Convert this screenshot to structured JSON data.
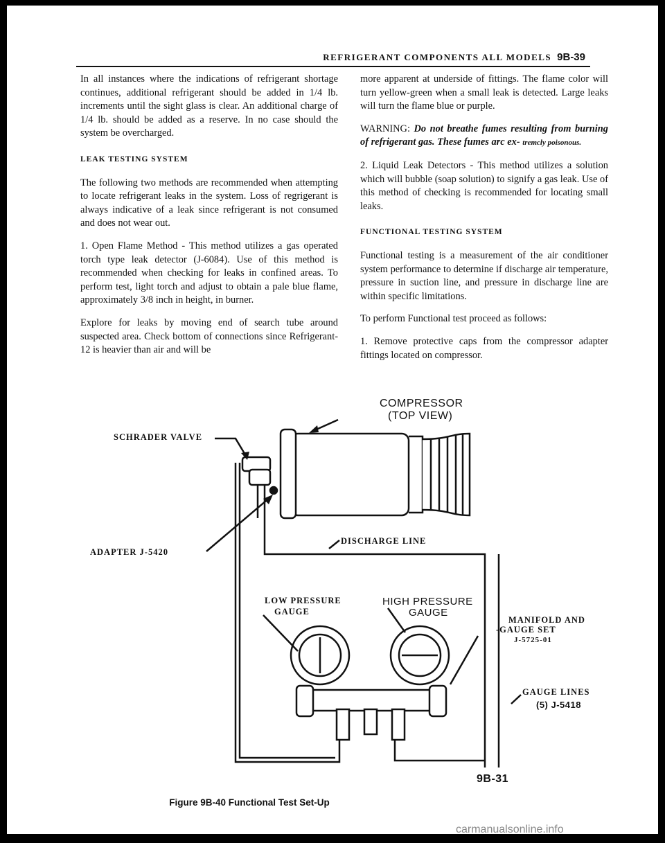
{
  "header": {
    "title": "REFRIGERANT COMPONENTS ALL MODELS",
    "page": "9B-39"
  },
  "left": {
    "p1": "In all instances where the indications of refrigerant shortage continues, additional refrigerant should be added in 1/4 lb. increments until the sight glass is clear. An additional charge of 1/4 lb. should be added as a reserve. In no case should the system be overcharged.",
    "h1": "LEAK TESTING SYSTEM",
    "p2": "The following two methods are recommended when attempting to locate refrigerant leaks in the system. Loss of regrigerant is always indicative of a leak since refrigerant is not consumed and does not wear out.",
    "p3": "1. Open Flame Method - This method utilizes a gas operated torch type leak detector (J-6084). Use of this method is recommended when checking for leaks in confined areas. To perform test, light torch and adjust to obtain a pale blue flame, approximately 3/8 inch in height, in burner.",
    "p4": "Explore for leaks by moving end of search tube around suspected area. Check bottom of connections since Refrigerant-12 is heavier than air and will be"
  },
  "right": {
    "p1": "more apparent at underside of fittings. The flame color will turn yellow-green when a small leak is detected. Large leaks will turn the flame blue or purple.",
    "warn_label": "WARNING:",
    "warn_text": "Do not breathe fumes resulting from burning of refrigerant gas. These fumes arc ex-",
    "warn_tail": "tremcly poisonous.",
    "p2": "2. Liquid Leak Detectors - This method utilizes a solution which will bubble (soap solution) to signify a gas leak. Use of this method of checking is recommended for locating small leaks.",
    "h1": "FUNCTIONAL TESTING SYSTEM",
    "p3": "Functional testing is a measurement of the air conditioner system performance to determine if discharge air temperature, pressure in suction line, and pressure in discharge line are within specific limitations.",
    "p4": "To perform Functional test proceed as follows:",
    "p5": "1. Remove protective caps from the compressor adapter fittings located on compressor."
  },
  "figure": {
    "compressor": "COMPRESSOR",
    "top_view": "(TOP VIEW)",
    "schrader": "SCHRADER VALVE",
    "adapter": "ADAPTER J-5420",
    "discharge": "DISCHARGE LINE",
    "low_pressure_1": "LOW PRESSURE",
    "low_pressure_2": "GAUGE",
    "high_pressure_1": "HIGH PRESSURE",
    "high_pressure_2": "GAUGE",
    "manifold_1": "MANIFOLD AND",
    "manifold_2": "-GAUGE SET",
    "manifold_3": "J-5725-01",
    "gauge_lines_1": "GAUGE LINES",
    "gauge_lines_2": "(5) J-5418",
    "fig_id": "9B-31"
  },
  "caption": "Figure 9B-40 Functional Test Set-Up",
  "watermark": "carmanualsonline.info"
}
